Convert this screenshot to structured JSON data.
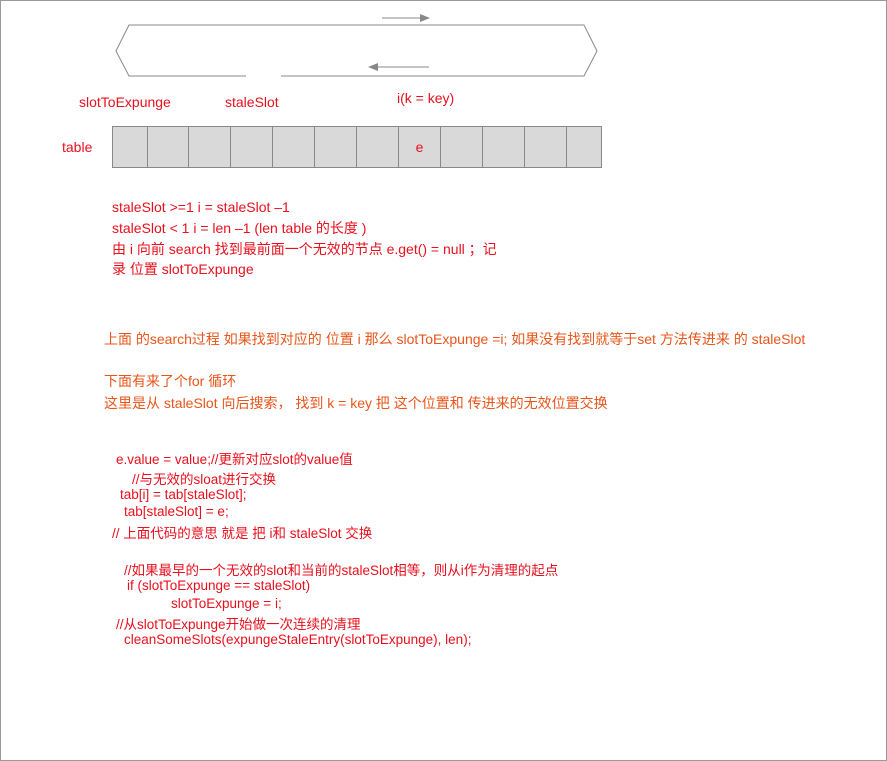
{
  "diagram": {
    "labels": {
      "slot_to_expunge": "slotToExpunge",
      "stale_slot": "staleSlot",
      "i_key": "i(k = key)",
      "table": "table"
    },
    "cells": [
      "",
      "",
      "",
      "",
      "",
      "",
      "",
      "e",
      "",
      "",
      "",
      ""
    ],
    "notes": [
      "staleSlot >=1  i  = staleSlot –1",
      "staleSlot < 1   i = len –1  (len table 的长度 )",
      "由 i 向前 search  找到最前面一个无效的节点 e.get() = null  ；记",
      "录 位置 slotToExpunge"
    ],
    "orange_lines": [
      "上面 的search过程 如果找到对应的 位置 i 那么 slotToExpunge =i; 如果没有找到就等于set 方法传进来 的 staleSlot",
      "下面有来了个for 循环",
      "这里是从 staleSlot 向后搜索， 找到 k  = key   把 这个位置和 传进来的无效位置交换"
    ],
    "code_lines": [
      "e.value = value;//更新对应slot的value值",
      "//与无效的sloat进行交换",
      "tab[i] = tab[staleSlot];",
      "tab[staleSlot] = e;",
      "// 上面代码的意思 就是 把 i和 staleSlot 交换",
      "//如果最早的一个无效的slot和当前的staleSlot相等，则从i作为清理的起点",
      "if (slotToExpunge == staleSlot)",
      "slotToExpunge = i;",
      "//从slotToExpunge开始做一次连续的清理",
      "cleanSomeSlots(expungeStaleEntry(slotToExpunge), len);"
    ],
    "colors": {
      "red": "#e8101d",
      "orange": "#e8551a",
      "cell_fill": "#d9d9d9",
      "stroke": "#888888"
    }
  }
}
